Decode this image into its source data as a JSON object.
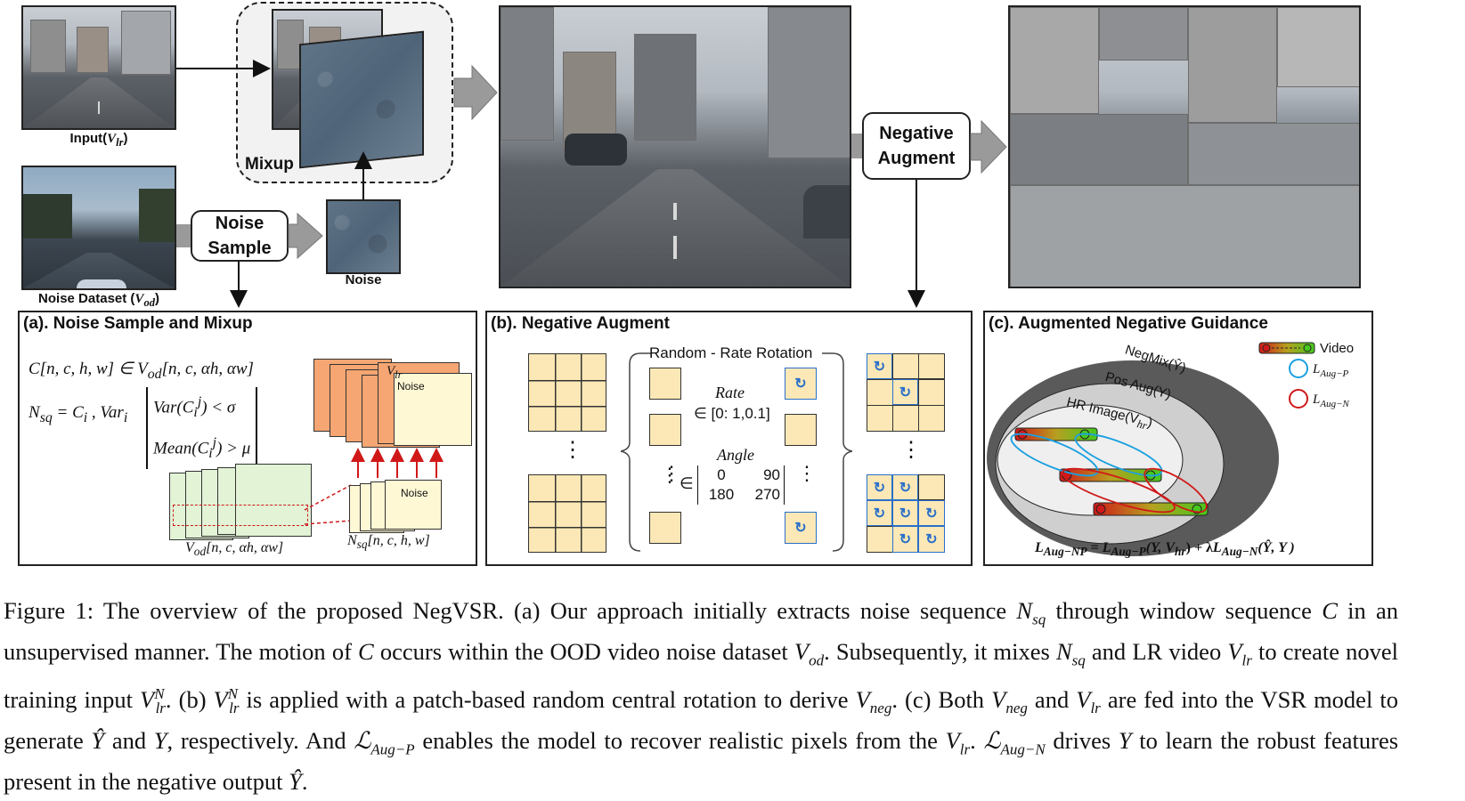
{
  "top": {
    "input_label": "Input(",
    "input_var": "V",
    "input_sub": "lr",
    "noise_dataset_label": "Noise Dataset (",
    "noise_dataset_var": "V",
    "noise_dataset_sub": "od",
    "mixup_label": "Mixup",
    "noise_label": "Noise",
    "noise_sample_line1": "Noise",
    "noise_sample_line2": "Sample",
    "negative_augment_line1": "Negative",
    "negative_augment_line2": "Augment"
  },
  "panel_a": {
    "title": "(a). Noise Sample and Mixup",
    "eq1": "C[n, c, h, w] ∈ V",
    "eq1_sub": "od",
    "eq1_tail": "[n, c, αh, αw]",
    "eq2_lhs": "N",
    "eq2_lhs_sub": "sq",
    "eq2_mid": "= C",
    "eq2_mid_sub": "i",
    "eq2_var": ", Var",
    "eq2_var_sub": "i",
    "eq2_row1": "Var(C",
    "eq2_row1_tail": ")   <  σ",
    "eq2_row2": "Mean(C",
    "eq2_row2_tail": ") > μ",
    "stack_top_label": "V",
    "stack_top_sub": "lr",
    "stack_top_noise": "Noise",
    "small_stack_noise": "Noise",
    "vod_caption": "V",
    "vod_caption_sub": "od",
    "vod_caption_tail": "[n, c, αh, αw]",
    "nsq_caption": "N",
    "nsq_caption_sub": "sq",
    "nsq_caption_tail": "[n, c, h, w]"
  },
  "panel_b": {
    "title": "(b). Negative Augment",
    "brace_label": "Random - Rate Rotation",
    "rate_label": "Rate",
    "rate_range": "∈ [0: 1,0.1]",
    "angle_label": "Angle",
    "angle_in": "∈",
    "angle_matrix": [
      "0",
      "90",
      "180",
      "270"
    ],
    "dots": "⋮"
  },
  "panel_c": {
    "title": "(c). Augmented Negative Guidance",
    "legend_video": "Video",
    "legend_p": "L",
    "legend_p_sub": "Aug−P",
    "legend_n": "L",
    "legend_n_sub": "Aug−N",
    "ellipse_outer": "NegMix(Ŷ)",
    "ellipse_mid": "Pos Aug(Y)",
    "ellipse_inner": "HR Image(V",
    "ellipse_inner_sub": "hr",
    "formula": "L_Aug−NP = L_Aug−P(Y, V_hr) + λL_Aug−N(Ŷ, Y)",
    "formula_parts": {
      "l1": "L",
      "l1_sub": "Aug−NP",
      "eq": " = ",
      "l2": "L",
      "l2_sub": "Aug−P",
      "l2_args": "(Y, V",
      "l2_args_sub": "hr",
      "l2_close": ")",
      "plus": " + λ",
      "l3": "L",
      "l3_sub": "Aug−N",
      "l3_args": "(Ŷ, Y )"
    },
    "colors": {
      "outer": "#5a5a5a",
      "mid": "#cfcfcf",
      "inner": "#efefef",
      "blue": "#1aa0e0",
      "red": "#d01818"
    }
  },
  "caption": {
    "text": "Figure 1: The overview of the proposed NegVSR. (a) Our approach initially extracts noise sequence N_sq through window sequence C in an unsupervised manner. The motion of C occurs within the OOD video noise dataset V_od. Subsequently, it mixes N_sq and LR video V_lr to create novel training input V^N_lr. (b) V^N_lr is applied with a patch-based random central rotation to derive V_neg. (c) Both V_neg and V_lr are fed into the VSR model to generate Ŷ and Y, respectively. And ℒ_Aug−P enables the model to recover realistic pixels from the V_lr. ℒ_Aug−N drives Y to learn the robust features present in the negative output Ŷ."
  }
}
